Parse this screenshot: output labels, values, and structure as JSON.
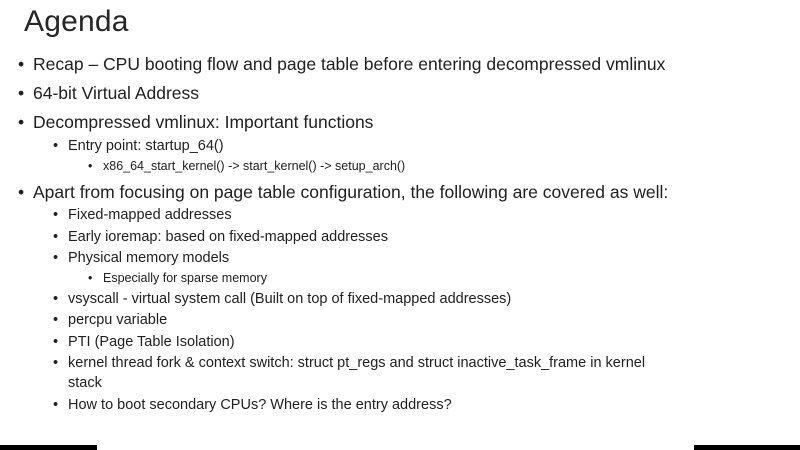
{
  "slide": {
    "title": "Agenda",
    "bullet_glyph": "•",
    "colors": {
      "background": "#ffffff",
      "text": "#212121",
      "title_text": "#262626",
      "corner_bar": "#000000"
    },
    "bullets": [
      {
        "level": 1,
        "text": "Recap – CPU booting flow and page table before entering decompressed vmlinux"
      },
      {
        "level": 1,
        "text": "64-bit Virtual Address"
      },
      {
        "level": 1,
        "text": "Decompressed vmlinux: Important functions"
      },
      {
        "level": 2,
        "text": "Entry point: startup_64()"
      },
      {
        "level": 3,
        "text": "x86_64_start_kernel() -> start_kernel() -> setup_arch()"
      },
      {
        "level": 1,
        "text": "Apart from focusing on page table configuration, the following are covered as well:"
      },
      {
        "level": 2,
        "text": "Fixed-mapped addresses"
      },
      {
        "level": 2,
        "text": "Early ioremap: based on fixed-mapped addresses"
      },
      {
        "level": 2,
        "text": "Physical memory models"
      },
      {
        "level": 3,
        "text": "Especially for sparse memory"
      },
      {
        "level": 2,
        "text": "vsyscall - virtual system call (Built on top of fixed-mapped addresses)"
      },
      {
        "level": 2,
        "text": "percpu variable"
      },
      {
        "level": 2,
        "text": "PTI (Page Table Isolation)"
      },
      {
        "level": 2,
        "text": "kernel thread fork & context switch: struct pt_regs and struct inactive_task_frame in kernel\nstack"
      },
      {
        "level": 2,
        "text": "How to boot secondary CPUs? Where is the entry address?"
      }
    ]
  }
}
